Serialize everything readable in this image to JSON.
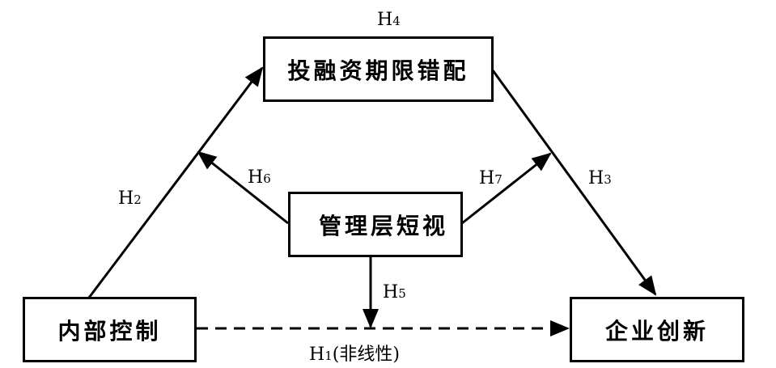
{
  "nodes": {
    "top": "投融资期限错配",
    "middle": "管理层短视",
    "left": "内部控制",
    "right": "企业创新"
  },
  "labels": {
    "h1": {
      "main": "H",
      "sub": "1",
      "suffix": "(非线性)"
    },
    "h2": {
      "main": "H",
      "sub": "2"
    },
    "h3": {
      "main": "H",
      "sub": "3"
    },
    "h4": {
      "main": "H",
      "sub": "4"
    },
    "h5": {
      "main": "H",
      "sub": "5"
    },
    "h6": {
      "main": "H",
      "sub": "6"
    },
    "h7": {
      "main": "H",
      "sub": "7"
    }
  },
  "edges": [
    {
      "id": "H1",
      "from": "left",
      "to": "right",
      "style": "dashed"
    },
    {
      "id": "H2",
      "from": "left",
      "to": "top",
      "style": "solid"
    },
    {
      "id": "H3",
      "from": "top",
      "to": "right",
      "style": "solid"
    },
    {
      "id": "H5",
      "from": "middle",
      "to": "H1",
      "style": "solid"
    },
    {
      "id": "H6",
      "from": "middle",
      "to": "H2",
      "style": "solid"
    },
    {
      "id": "H7",
      "from": "middle",
      "to": "H3",
      "style": "solid"
    }
  ]
}
